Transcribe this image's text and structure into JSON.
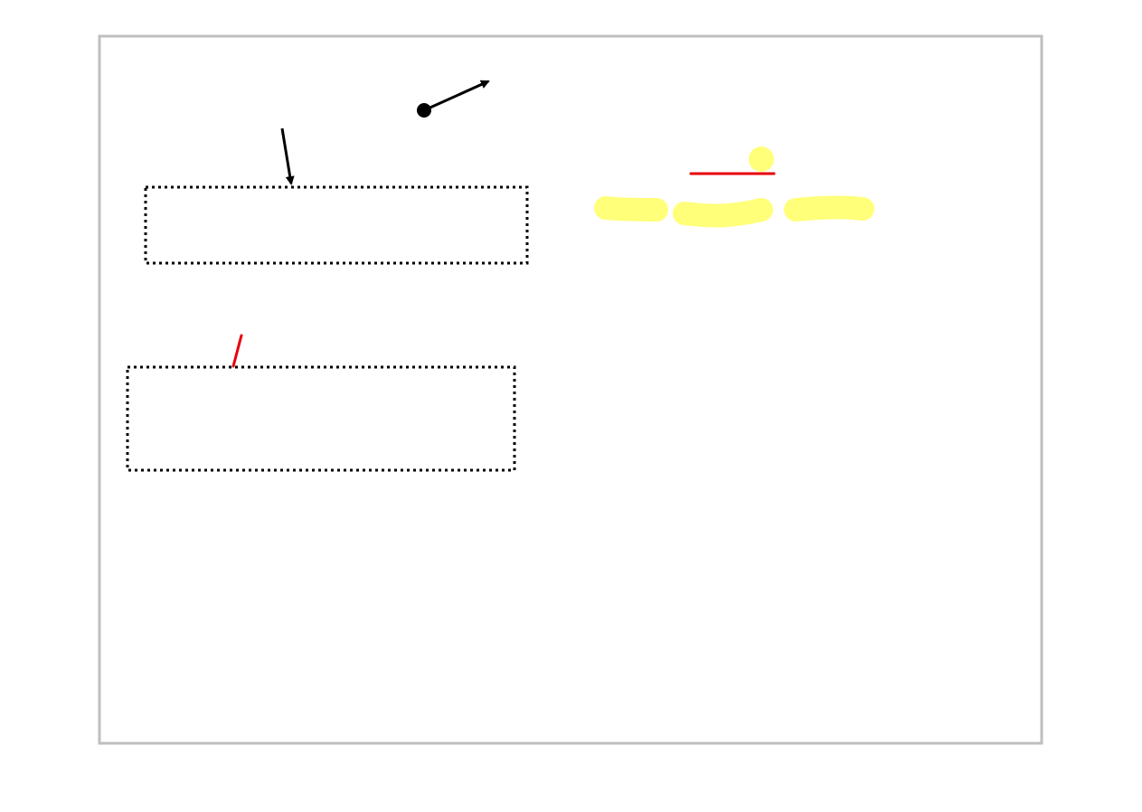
{
  "canvas": {
    "background": "#ffffff",
    "border_color": "#bfbfbf"
  },
  "colors": {
    "ink": "#000000",
    "red_pen": "#e8000b",
    "highlighter": "#ffff7a"
  },
  "annotations": [
    {
      "kind": "pointer-arrow",
      "icon": "arrow-with-dot-icon"
    },
    {
      "kind": "pointer-arrow",
      "icon": "arrow-down-icon"
    },
    {
      "kind": "dotted-box"
    },
    {
      "kind": "dotted-box"
    },
    {
      "kind": "red-pen-stroke"
    },
    {
      "kind": "red-pen-stroke"
    },
    {
      "kind": "highlighter-dot"
    },
    {
      "kind": "highlighter-stroke"
    },
    {
      "kind": "highlighter-stroke"
    },
    {
      "kind": "highlighter-stroke"
    }
  ]
}
